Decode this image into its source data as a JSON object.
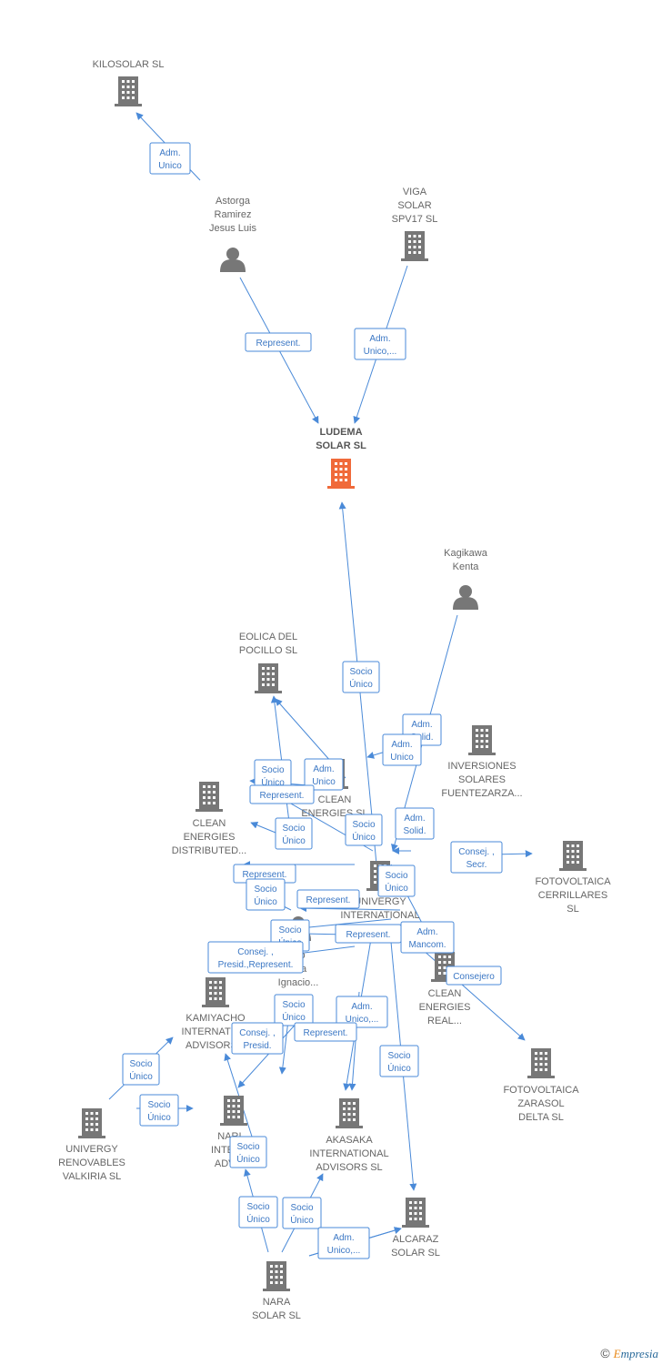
{
  "nodes": [
    {
      "id": "kilosolar",
      "type": "company",
      "lines": [
        "KILOSOLAR  SL"
      ]
    },
    {
      "id": "astorga",
      "type": "person",
      "lines": [
        "Astorga",
        "Ramirez",
        "Jesus Luis"
      ]
    },
    {
      "id": "viga",
      "type": "company",
      "lines": [
        "VIGA",
        "SOLAR",
        "SPV17  SL"
      ]
    },
    {
      "id": "ludema",
      "type": "focus",
      "lines": [
        "LUDEMA",
        "SOLAR  SL"
      ]
    },
    {
      "id": "kagikawa",
      "type": "person",
      "lines": [
        "Kagikawa",
        "Kenta"
      ]
    },
    {
      "id": "eolica",
      "type": "company",
      "lines": [
        "EOLICA DEL",
        "POCILLO SL"
      ]
    },
    {
      "id": "inversiones",
      "type": "company",
      "lines": [
        "INVERSIONES",
        "SOLARES",
        "FUENTEZARZA..."
      ]
    },
    {
      "id": "clean_sl",
      "type": "company",
      "lines": [
        "CLEAN",
        "ENERGIES SL"
      ]
    },
    {
      "id": "clean_dist",
      "type": "company",
      "lines": [
        "CLEAN",
        "ENERGIES",
        "DISTRIBUTED..."
      ]
    },
    {
      "id": "univergy_int",
      "type": "company",
      "lines": [
        "UNIVERGY",
        "INTERNATIONAL"
      ]
    },
    {
      "id": "fv_cerrillares",
      "type": "company",
      "lines": [
        "FOTOVOLTAICA",
        "CERRILLARES",
        "SL"
      ]
    },
    {
      "id": "ignacio",
      "type": "person",
      "lines": [
        "...o",
        "...ta",
        "Ignacio..."
      ]
    },
    {
      "id": "clean_real",
      "type": "company",
      "lines": [
        "CLEAN",
        "ENERGIES",
        "REAL..."
      ]
    },
    {
      "id": "kamiyacho",
      "type": "company",
      "lines": [
        "KAMIYACHO",
        "INTERNATIO...",
        "ADVISORS..."
      ]
    },
    {
      "id": "fv_zarasol",
      "type": "company",
      "lines": [
        "FOTOVOLTAICA",
        "ZARASOL",
        "DELTA  SL"
      ]
    },
    {
      "id": "univergy_valkiria",
      "type": "company",
      "lines": [
        "UNIVERGY",
        "RENOVABLES",
        "VALKIRIA  SL"
      ]
    },
    {
      "id": "narita",
      "type": "company",
      "lines": [
        "NARI...",
        "INTERN...",
        "ADVIS..."
      ]
    },
    {
      "id": "akasaka",
      "type": "company",
      "lines": [
        "AKASAKA",
        "INTERNATIONAL",
        "ADVISORS  SL"
      ]
    },
    {
      "id": "alcaraz",
      "type": "company",
      "lines": [
        "ALCARAZ",
        "SOLAR SL"
      ]
    },
    {
      "id": "nara",
      "type": "company",
      "lines": [
        "NARA",
        "SOLAR  SL"
      ]
    }
  ],
  "edges": [
    {
      "lines": [
        "Adm.",
        "Unico"
      ]
    },
    {
      "lines": [
        "Represent."
      ]
    },
    {
      "lines": [
        "Adm.",
        "Unico,..."
      ]
    },
    {
      "lines": [
        "Socio",
        "Único"
      ]
    },
    {
      "lines": [
        "Adm.",
        "Solid."
      ]
    },
    {
      "lines": [
        "Adm.",
        "Unico"
      ]
    },
    {
      "lines": [
        "Socio",
        "Único"
      ]
    },
    {
      "lines": [
        "Adm.",
        "Unico"
      ]
    },
    {
      "lines": [
        "Represent."
      ]
    },
    {
      "lines": [
        "Socio",
        "Único"
      ]
    },
    {
      "lines": [
        "Socio",
        "Único"
      ]
    },
    {
      "lines": [
        "Adm.",
        "Solid."
      ]
    },
    {
      "lines": [
        "Consej. ,",
        "Secr."
      ]
    },
    {
      "lines": [
        "Represent."
      ]
    },
    {
      "lines": [
        "Socio",
        "Único"
      ]
    },
    {
      "lines": [
        "Socio",
        "Único"
      ]
    },
    {
      "lines": [
        "Represent."
      ]
    },
    {
      "lines": [
        "Socio",
        "Único"
      ]
    },
    {
      "lines": [
        "Represent."
      ]
    },
    {
      "lines": [
        "Adm.",
        "Mancom."
      ]
    },
    {
      "lines": [
        "Consej. ,",
        "Presid.,Represent."
      ]
    },
    {
      "lines": [
        "Consejero"
      ]
    },
    {
      "lines": [
        "Socio",
        "Único"
      ]
    },
    {
      "lines": [
        "Adm.",
        "Unico,..."
      ]
    },
    {
      "lines": [
        "Consej. ,",
        "Presid."
      ]
    },
    {
      "lines": [
        "Represent."
      ]
    },
    {
      "lines": [
        "Socio",
        "Único"
      ]
    },
    {
      "lines": [
        "Socio",
        "Único"
      ]
    },
    {
      "lines": [
        "Socio",
        "Único"
      ]
    },
    {
      "lines": [
        "Socio",
        "Único"
      ]
    },
    {
      "lines": [
        "Socio",
        "Único"
      ]
    },
    {
      "lines": [
        "Socio",
        "Único"
      ]
    },
    {
      "lines": [
        "Socio",
        "Único"
      ]
    },
    {
      "lines": [
        "Adm.",
        "Unico,..."
      ]
    }
  ],
  "footer": {
    "copyright": "©",
    "brand_first": "E",
    "brand_rest": "mpresia"
  },
  "colors": {
    "edge": "#4a8ad8",
    "node": "#777777",
    "focus": "#f06a3a"
  }
}
